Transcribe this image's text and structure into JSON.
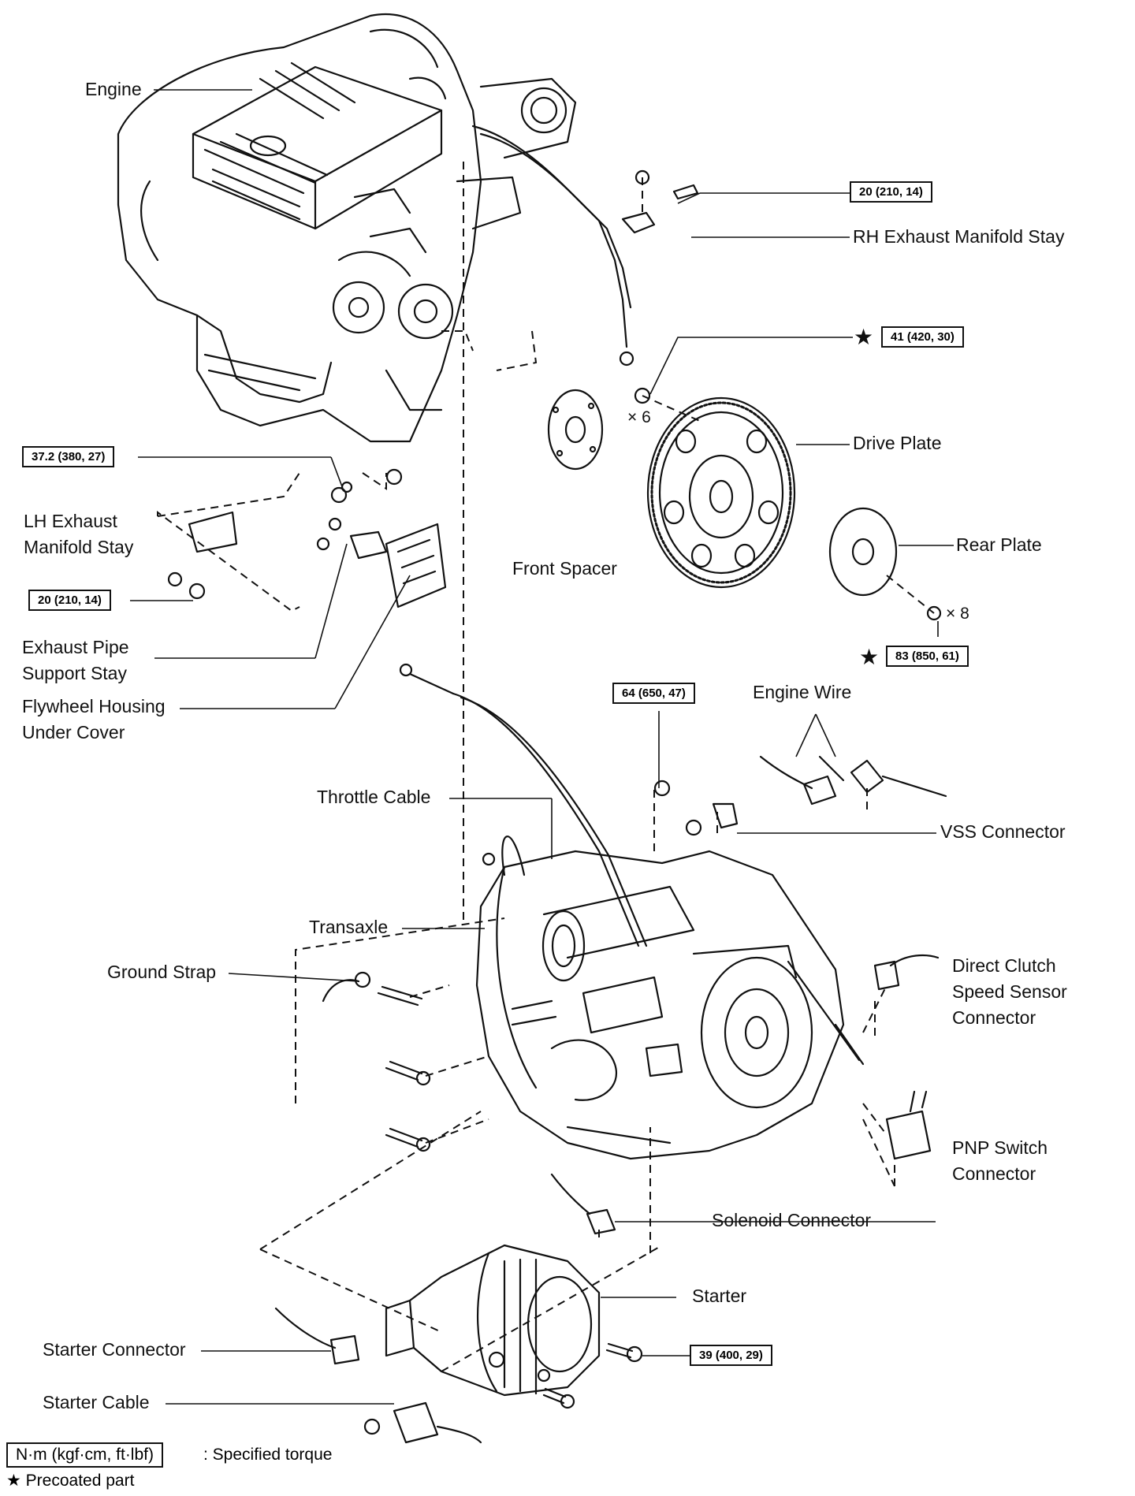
{
  "labels": {
    "engine": "Engine",
    "rh_stay": "RH Exhaust Manifold Stay",
    "drive_plate": "Drive Plate",
    "rear_plate": "Rear Plate",
    "front_spacer": "Front Spacer",
    "lh_stay_1": "LH Exhaust",
    "lh_stay_2": "Manifold Stay",
    "exh_pipe_1": "Exhaust Pipe",
    "exh_pipe_2": "Support Stay",
    "flywheel_1": "Flywheel Housing",
    "flywheel_2": "Under Cover",
    "engine_wire": "Engine Wire",
    "throttle_cable": "Throttle Cable",
    "vss": "VSS Connector",
    "transaxle": "Transaxle",
    "ground_strap": "Ground Strap",
    "dcs_1": "Direct Clutch",
    "dcs_2": "Speed Sensor",
    "dcs_3": "Connector",
    "pnp_1": "PNP Switch",
    "pnp_2": "Connector",
    "solenoid": "Solenoid Connector",
    "starter": "Starter",
    "starter_connector": "Starter Connector",
    "starter_cable": "Starter Cable"
  },
  "torques": {
    "rh_stay": "20 (210, 14)",
    "drive_plate_bolt": "41 (420, 30)",
    "lh_upper": "37.2 (380, 27)",
    "lh_lower": "20 (210, 14)",
    "rear_plate_bolt": "83 (850, 61)",
    "trans_bolt": "64 (650, 47)",
    "starter_bolt": "39 (400, 29)"
  },
  "multipliers": {
    "drive_plate": "× 6",
    "rear_plate": "× 8"
  },
  "legend": {
    "torque_box": "N·m (kgf·cm, ft·lbf)",
    "torque_text": ": Specified torque",
    "precoated": "Precoated part",
    "star": "★"
  }
}
